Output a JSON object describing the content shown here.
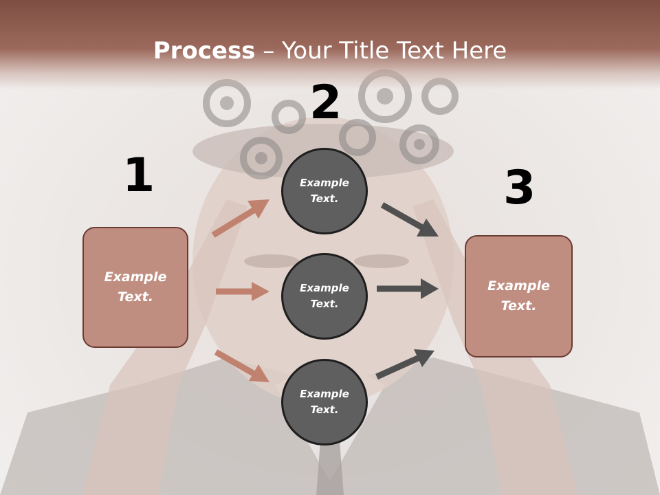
{
  "title": {
    "bold": "Process",
    "rest": " – Your Title Text Here"
  },
  "steps": {
    "one": "1",
    "two": "2",
    "three": "3"
  },
  "left_box": {
    "text": "Example Text."
  },
  "right_box": {
    "text": "Example Text."
  },
  "circles": [
    {
      "text": "Example Text."
    },
    {
      "text": "Example Text."
    },
    {
      "text": "Example Text."
    }
  ],
  "colors": {
    "header": "#8a5a4e",
    "box_fill": "#c08e80",
    "box_border": "#6a3b32",
    "circle_fill": "#5f5f5f",
    "arrow_left": "#c0826e",
    "arrow_right": "#505050"
  }
}
